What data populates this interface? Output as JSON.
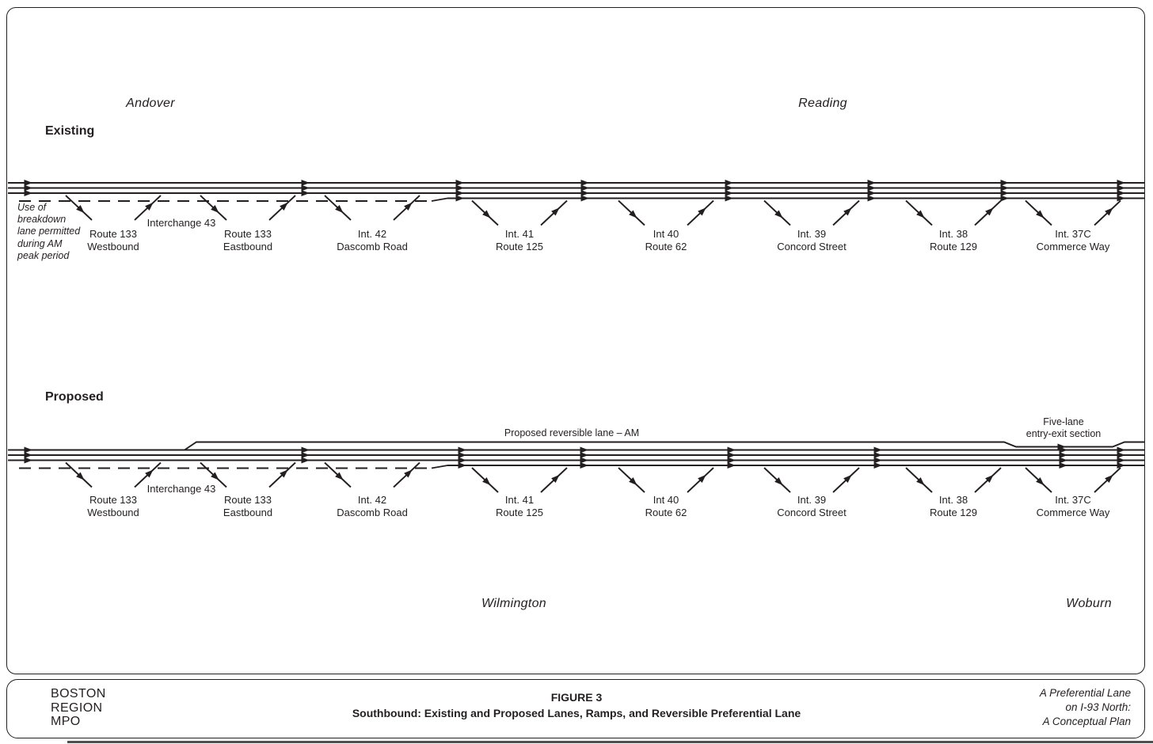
{
  "diagram": {
    "existing": {
      "heading": "Existing",
      "city_left": "Andover",
      "city_right": "Reading",
      "breakdown_note": "Use of\nbreakdown\nlane permitted\nduring AM\npeak period"
    },
    "proposed": {
      "heading": "Proposed",
      "reversible_label": "Proposed reversible lane – AM",
      "five_lane_label": "Five-lane\nentry-exit section",
      "city_left": "Wilmington",
      "city_right": "Woburn"
    },
    "interchange43_label": "Interchange 43",
    "interchanges": [
      "Route 133\nWestbound",
      "Route 133\nEastbound",
      "Int. 42\nDascomb Road",
      "Int. 41\nRoute 125",
      "Int 40\nRoute 62",
      "Int. 39\nConcord Street",
      "Int. 38\nRoute 129",
      "Int. 37C\nCommerce Way"
    ]
  },
  "footer": {
    "org_text": "BOSTON\nREGION\nMPO",
    "figure_label": "FIGURE 3",
    "figure_title": "Southbound: Existing and Proposed Lanes, Ramps, and Reversible Preferential Lane",
    "credit_text": "A Preferential Lane\non I-93 North:\nA Conceptual Plan"
  },
  "colors": {
    "ink": "#231f20",
    "background": "#ffffff"
  }
}
